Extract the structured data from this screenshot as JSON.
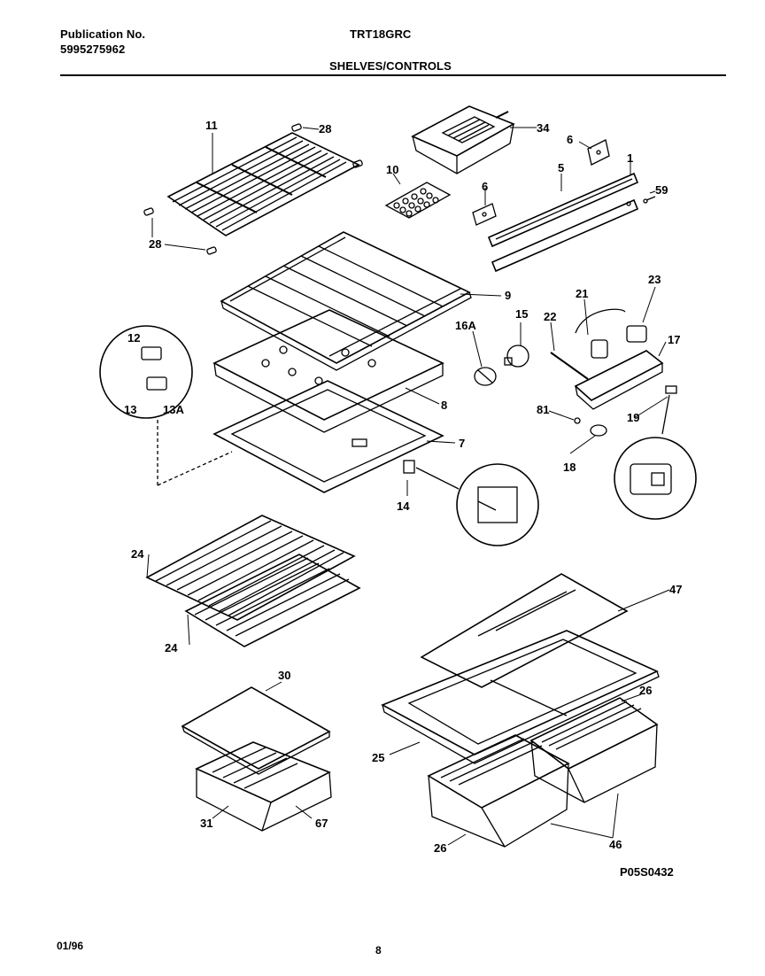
{
  "header": {
    "publication_label": "Publication No.",
    "publication_number": "5995275962",
    "model": "TRT18GRC",
    "section_title": "SHELVES/CONTROLS"
  },
  "diagram": {
    "callouts": [
      "11",
      "28",
      "28",
      "34",
      "6",
      "1",
      "5",
      "10",
      "6",
      "59",
      "9",
      "21",
      "23",
      "16A",
      "15",
      "22",
      "17",
      "12",
      "13",
      "13A",
      "8",
      "81",
      "19",
      "7",
      "18",
      "14",
      "24",
      "24",
      "47",
      "30",
      "26",
      "25",
      "31",
      "67",
      "26",
      "46"
    ],
    "drawing_code": "P05S0432"
  },
  "footer": {
    "date": "01/96",
    "page_number": "8"
  }
}
